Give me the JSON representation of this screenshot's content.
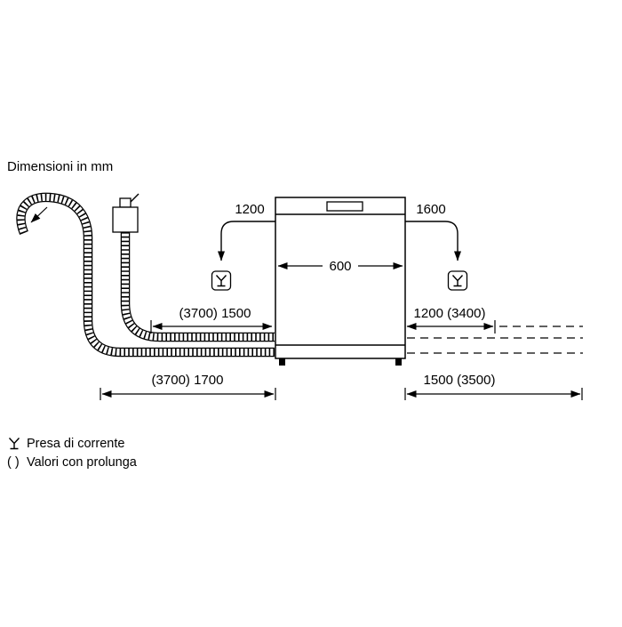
{
  "title": "Dimensioni in mm",
  "machine": {
    "width_label": "600"
  },
  "power_cables": {
    "left_label": "1200",
    "right_label": "1600"
  },
  "hose_dimensions": {
    "left_top": "(3700) 1500",
    "left_bottom": "(3700) 1700",
    "right_top": "1200 (3400)",
    "right_bottom": "1500 (3500)"
  },
  "legend": {
    "outlet_label": "Presa di corrente",
    "extension_prefix": "( )",
    "extension_label": "Valori con prolunga"
  },
  "colors": {
    "line": "#000000",
    "background": "#ffffff"
  },
  "icons": {
    "outlet_symbol": "power-outlet-icon",
    "tap_symbol": "water-tap-icon",
    "drain_direction": "arrow-down-left-icon"
  }
}
